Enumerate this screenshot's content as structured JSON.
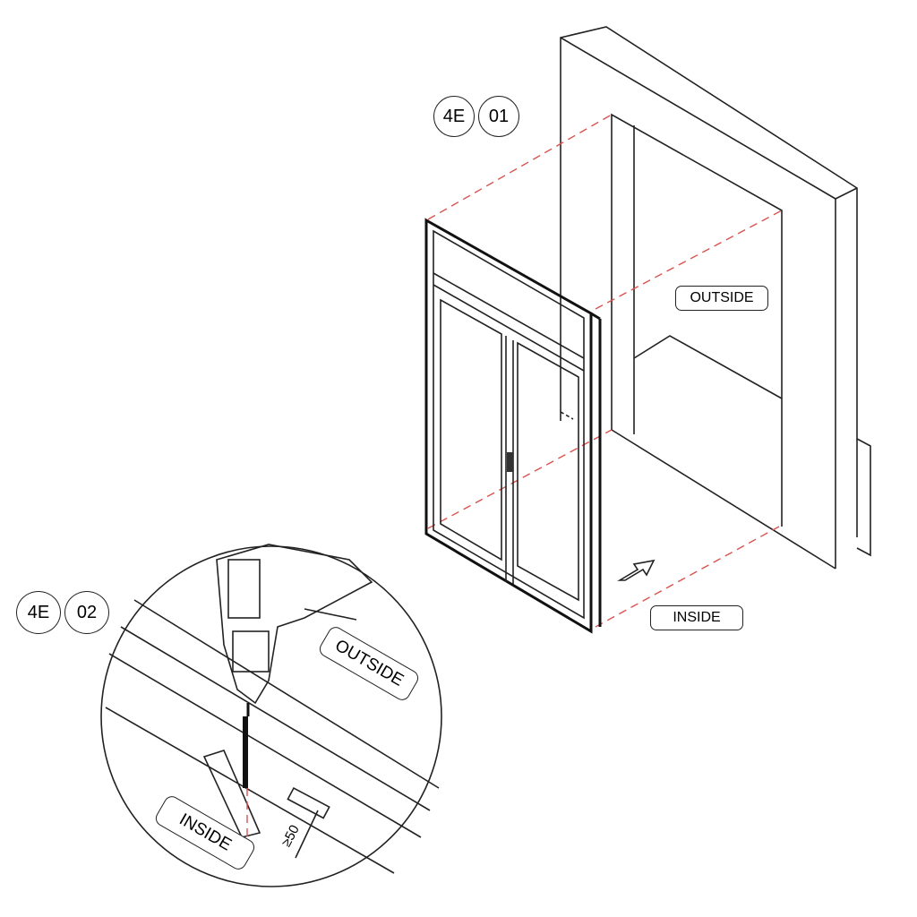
{
  "step1": {
    "code": "4E",
    "number": "01"
  },
  "step2": {
    "code": "4E",
    "number": "02"
  },
  "main_view": {
    "outside_label": "OUTSIDE",
    "inside_label": "INSIDE"
  },
  "detail_view": {
    "outside_label": "OUTSIDE",
    "inside_label": "INSIDE",
    "dimension": "≥50"
  },
  "colors": {
    "line": "#222222",
    "guide": "#d9534f"
  }
}
